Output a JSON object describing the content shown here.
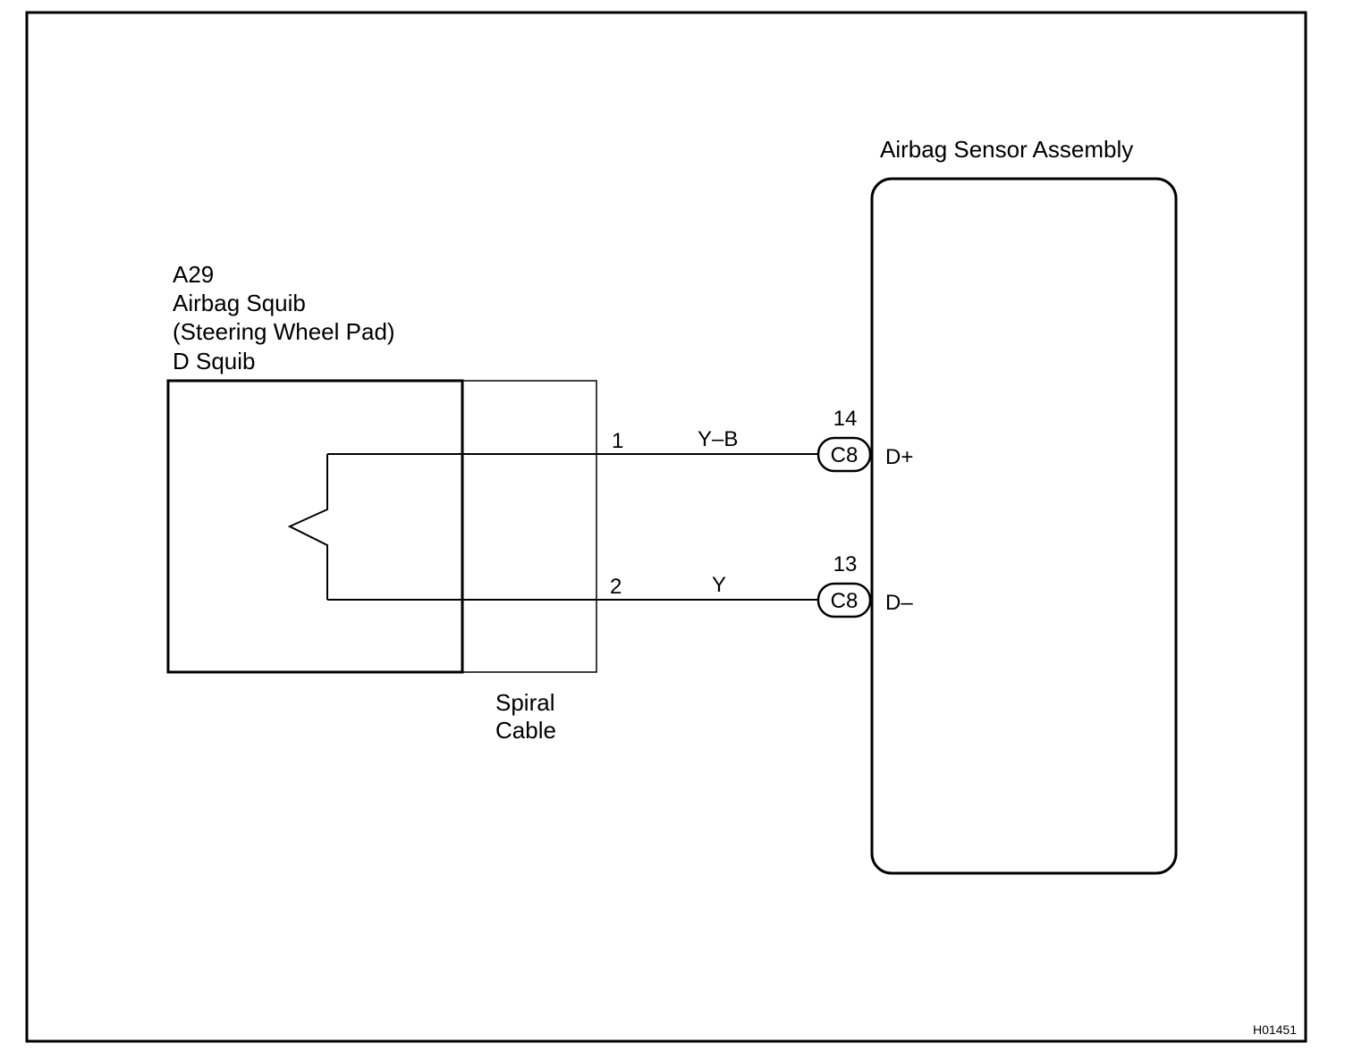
{
  "squib": {
    "code": "A29",
    "name": "Airbag Squib",
    "location": "(Steering Wheel Pad)",
    "type": "D Squib"
  },
  "spiral_cable": {
    "line1": "Spiral",
    "line2": "Cable"
  },
  "sensor": {
    "title": "Airbag Sensor Assembly"
  },
  "wires": [
    {
      "pin": "1",
      "color": "Y–B",
      "connector": "C8",
      "terminal_no": "14",
      "terminal": "D+"
    },
    {
      "pin": "2",
      "color": "Y",
      "connector": "C8",
      "terminal_no": "13",
      "terminal": "D–"
    }
  ],
  "figure_id": "H01451"
}
